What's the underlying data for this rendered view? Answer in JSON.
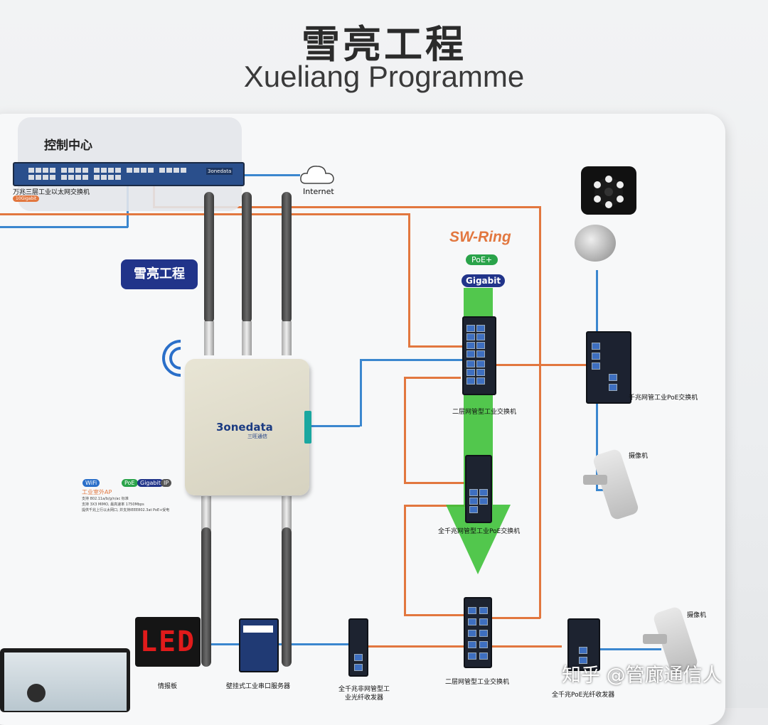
{
  "header": {
    "title_zh": "雪亮工程",
    "title_en": "Xueliang Programme"
  },
  "control_center": {
    "title": "控制中心",
    "switch_brand": "3onedata",
    "switch_label": "万兆三层工业以太网交换机",
    "switch_badge": "10Gigabit"
  },
  "internet_label": "Internet",
  "project_badge": "雪亮工程",
  "ap": {
    "brand": "3onedata",
    "brand_sub": "三旺通信",
    "wifi_tag": "WiFi",
    "poe_tag": "PoE",
    "gigabit_tag": "Gigabit",
    "ip_tag": "IP",
    "type": "工业室外AP",
    "features": [
      "支持 802.11a/b/g/n/ac 标准",
      "支持 3X3 MIMO, 最高速率 1750Mbps",
      "提供千兆上行以太网口, 并支持IEEE802.3at PoE+受电"
    ]
  },
  "ring": {
    "title": "SW-Ring",
    "poe": "PoE+",
    "gigabit": "Gigabit"
  },
  "devices": {
    "l2_managed_top": "二层网管型工业交换机",
    "gigabit_poe_managed": "全千兆网管型工业PoE交换机",
    "l2_managed_bottom": "二层网管型工业交换机",
    "gigabit_managed_poe_right": "千兆网管工业PoE交换机",
    "serial_server": "壁挂式工业串口服务器",
    "fiber_unmanaged": "全千兆非网管型工业光纤收发器",
    "fiber_poe": "全千兆PoE光纤收发器",
    "led_board_text": "LED",
    "led_board_label": "情报板",
    "camera_label_1": "摄像机",
    "camera_label_2": "摄像机"
  },
  "watermark": "知乎 @管廊通信人",
  "colors": {
    "orange_line": "#e2773f",
    "blue_line": "#3b87cf",
    "brand_blue": "#21348a",
    "arrow_green": "#3fc13a"
  }
}
